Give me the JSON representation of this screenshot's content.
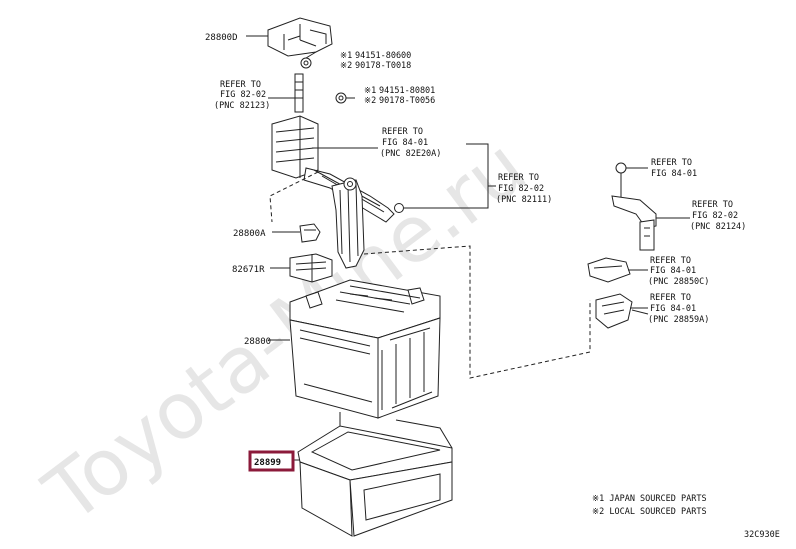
{
  "watermark": "Toyota-Mine.ru",
  "callouts": {
    "p28800D": "28800D",
    "p28800A": "28800A",
    "p82671R": "82671R",
    "p28800": "28800",
    "p28899": "28899"
  },
  "bolt_top": {
    "mark": "※1",
    "pn1": "94151-80600",
    "mark2": "※2",
    "pn2": "90178-T0018"
  },
  "bolt_mid": {
    "mark": "※1",
    "pn1": "94151-80801",
    "mark2": "※2",
    "pn2": "90178-T0056"
  },
  "refs": {
    "r1": [
      "REFER TO",
      "FIG 82-02",
      "(PNC 82123)"
    ],
    "r2": [
      "REFER TO",
      "FIG 84-01",
      "(PNC 82E20A)"
    ],
    "r3": [
      "REFER TO",
      "FIG 82-02",
      "(PNC 82111)"
    ],
    "r4": [
      "REFER TO",
      "FIG 84-01"
    ],
    "r5": [
      "REFER TO",
      "FIG 82-02",
      "(PNC 82124)"
    ],
    "r6": [
      "REFER TO",
      "FIG 84-01",
      "(PNC 28850C)"
    ],
    "r7": [
      "REFER TO",
      "FIG 84-01",
      "(PNC 28859A)"
    ]
  },
  "legend": [
    "※1 JAPAN SOURCED PARTS",
    "※2 LOCAL SOURCED PARTS"
  ],
  "diagram_code": "32C930E",
  "highlight_color": "#8b1a3a"
}
